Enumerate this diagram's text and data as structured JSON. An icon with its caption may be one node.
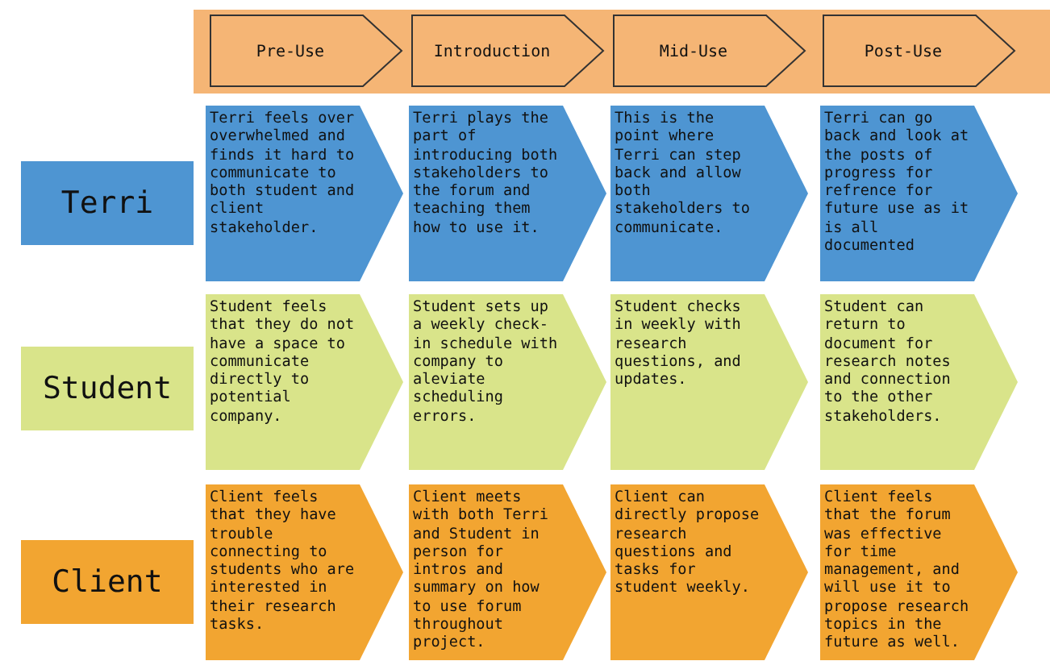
{
  "diagram": {
    "nodes": [
      {
        "text": [
          "Pre-Use"
        ]
      },
      {
        "text": [
          "Introduction"
        ]
      },
      {
        "text": [
          "Mid-Use"
        ]
      },
      {
        "text": [
          "Post-Use"
        ]
      },
      {
        "text": [
          "Terri"
        ]
      },
      {
        "text": [
          "Terri feels over overwhelmed and finds it hard to communicate to both student and client stakeholder."
        ]
      },
      {
        "text": [
          "Terri plays the part of introducing both stakeholders to the forum and teaching them how to use it."
        ]
      },
      {
        "text": [
          "This is the point where Terri can step back and allow both stakeholders to communicate."
        ]
      },
      {
        "text": [
          "Terri can go back and look at the posts of progress for refrence for future use as it is all documented"
        ]
      },
      {
        "text": [
          "Student"
        ]
      },
      {
        "text": [
          "Student feels that they do not have a space to communicate directly to potential company."
        ]
      },
      {
        "text": [
          "Student sets up a weekly check-in schedule with company to aleviate scheduling errors."
        ]
      },
      {
        "text": [
          "Student checks in weekly with research questions, and updates."
        ]
      },
      {
        "text": [
          "Student can return to document for research notes and connection to the other stakeholders."
        ]
      },
      {
        "text": [
          "Client"
        ]
      },
      {
        "text": [
          "Client feels that they have trouble connecting to students who are interested in their research tasks."
        ]
      },
      {
        "text": [
          "Client meets with both Terri and Student in person for intros and summary on how to use forum throughout project."
        ]
      },
      {
        "text": [
          "Client can directly propose research questions and tasks for student weekly."
        ]
      },
      {
        "text": [
          "Client feels that the forum was effective for time management, and will use it to propose research topics in the future as well."
        ]
      }
    ]
  }
}
